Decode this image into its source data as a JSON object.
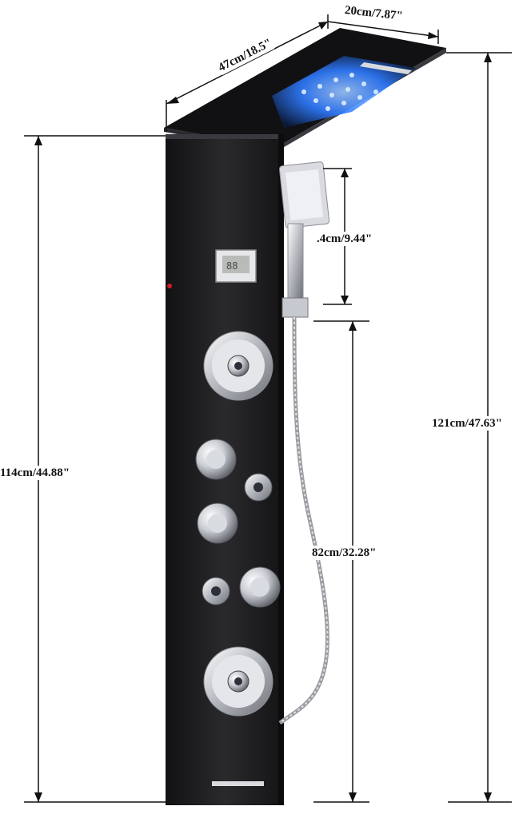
{
  "dimensions": {
    "top_depth": "20cm/7.87\"",
    "top_width": "47cm/18.5\"",
    "hand_shower_height": ".4cm/9.44\"",
    "total_height": "121cm/47.63\"",
    "panel_height": "114cm/44.88\"",
    "hose_height": "82cm/32.28\""
  },
  "colors": {
    "panel": "#1c1b1d",
    "chrome": "#d9dbe0",
    "led": "#2f7bff",
    "indicator": "#c8202a"
  },
  "icons": {
    "rain_head": "rainfall-shower-head-icon",
    "hand_shower": "hand-shower-icon",
    "display": "temperature-display-icon"
  }
}
